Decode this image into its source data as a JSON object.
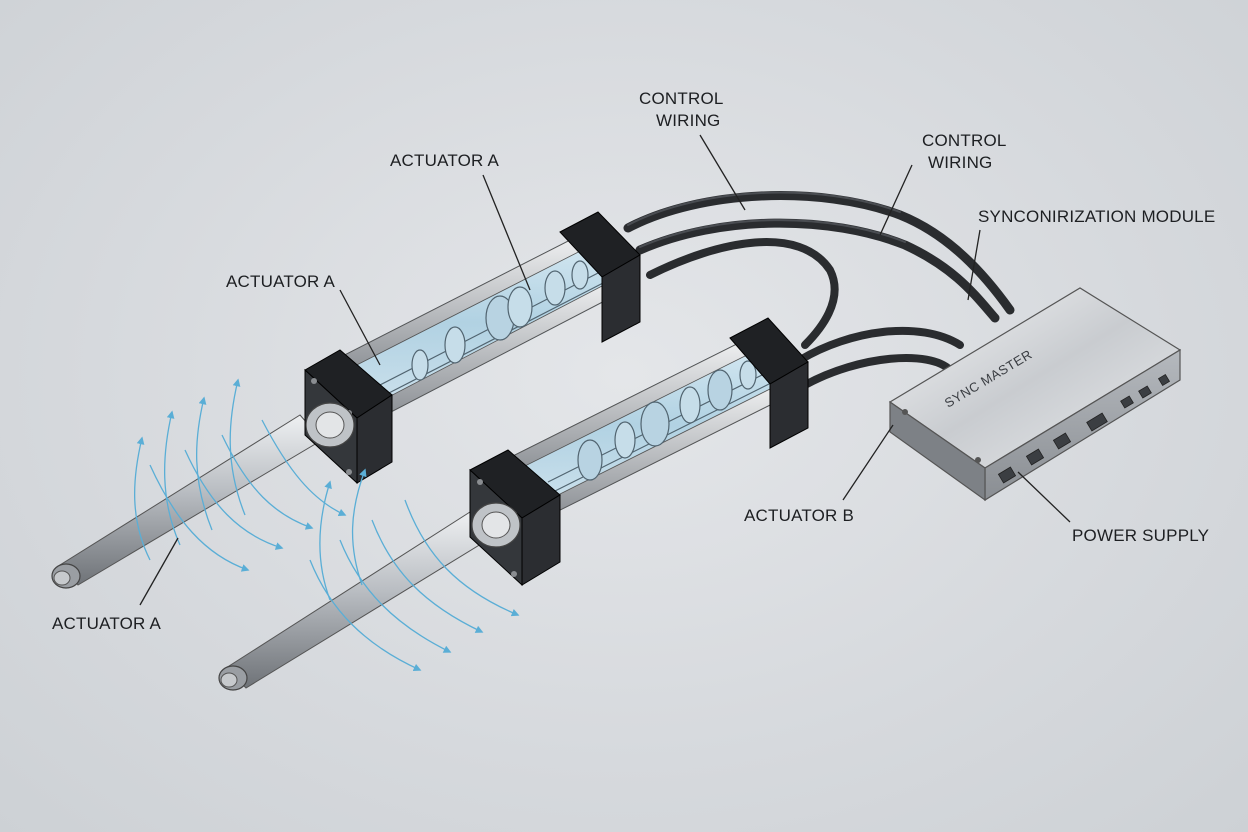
{
  "labels": {
    "control_wiring_1_line1": "CONTROL",
    "control_wiring_1_line2": "WIRING",
    "control_wiring_2_line1": "CONTROL",
    "control_wiring_2_line2": "WIRING",
    "actuator_a_top": "ACTUATOR A",
    "actuator_a_left": "ACTUATOR A",
    "actuator_a_rod": "ACTUATOR A",
    "actuator_b": "ACTUATOR B",
    "sync_module": "SYNCONIRIZATION MODULE",
    "power_supply": "POWER SUPPLY"
  },
  "device": {
    "name": "SYNC MASTER"
  },
  "colors": {
    "motion_arrows": "#5aaed6",
    "cable": "#2a2c2f",
    "end_cap": "#1f2124",
    "glass": "#bcd7e6",
    "rod": "#a9adb2"
  },
  "icons": [
    "motion-arrow-icon",
    "screw-icon",
    "port-icon"
  ]
}
